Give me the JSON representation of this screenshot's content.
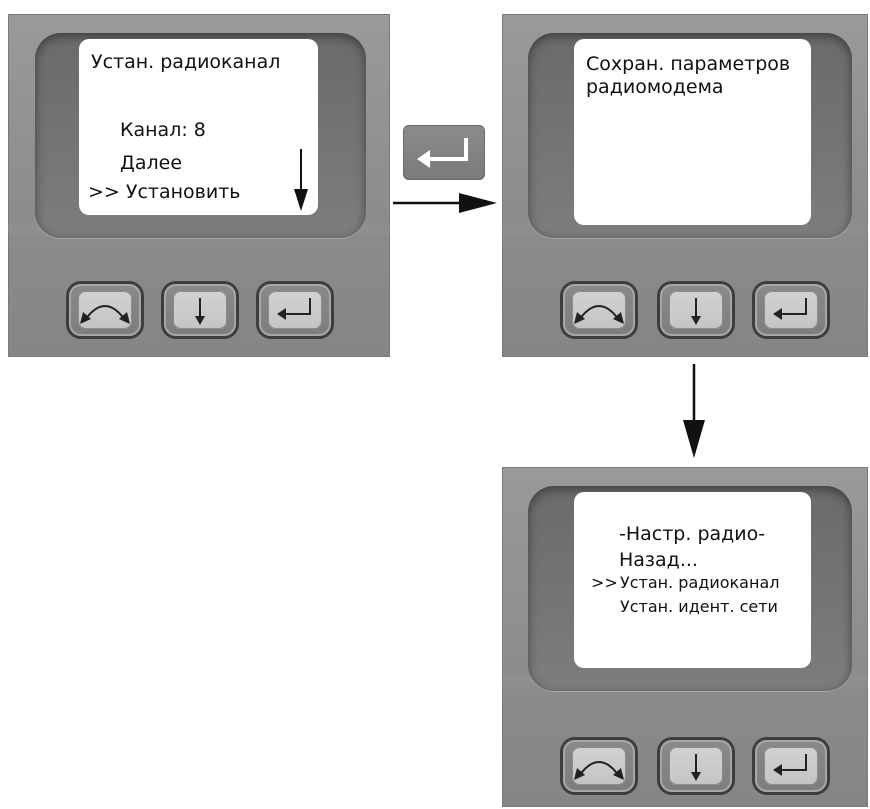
{
  "screens": [
    {
      "lines": [
        "Устан. радиоканал",
        "Канал: 8",
        "Далее",
        ">> Установить"
      ],
      "scroll_indicator": "down-arrow-icon"
    },
    {
      "lines": [
        "Сохран. параметров",
        "радиомодема"
      ]
    },
    {
      "lines": [
        "-Настр. радио-",
        "Назад...",
        ">>",
        "Устан. радиоканал",
        "Устан. идент. сети"
      ]
    }
  ],
  "device_buttons": [
    "swap-arrows-icon",
    "down-arrow-icon",
    "enter-icon"
  ],
  "flow": {
    "action_key": "enter-icon",
    "arrows": [
      "right-arrow-icon",
      "down-arrow-icon"
    ]
  },
  "colors": {
    "device_body": "#8f8f8f",
    "bezel": "#6e6e6e",
    "screen": "#ffffff",
    "button_face": "#c8c8c8",
    "button_border": "#3d3d3d",
    "glyph": "#222222"
  }
}
